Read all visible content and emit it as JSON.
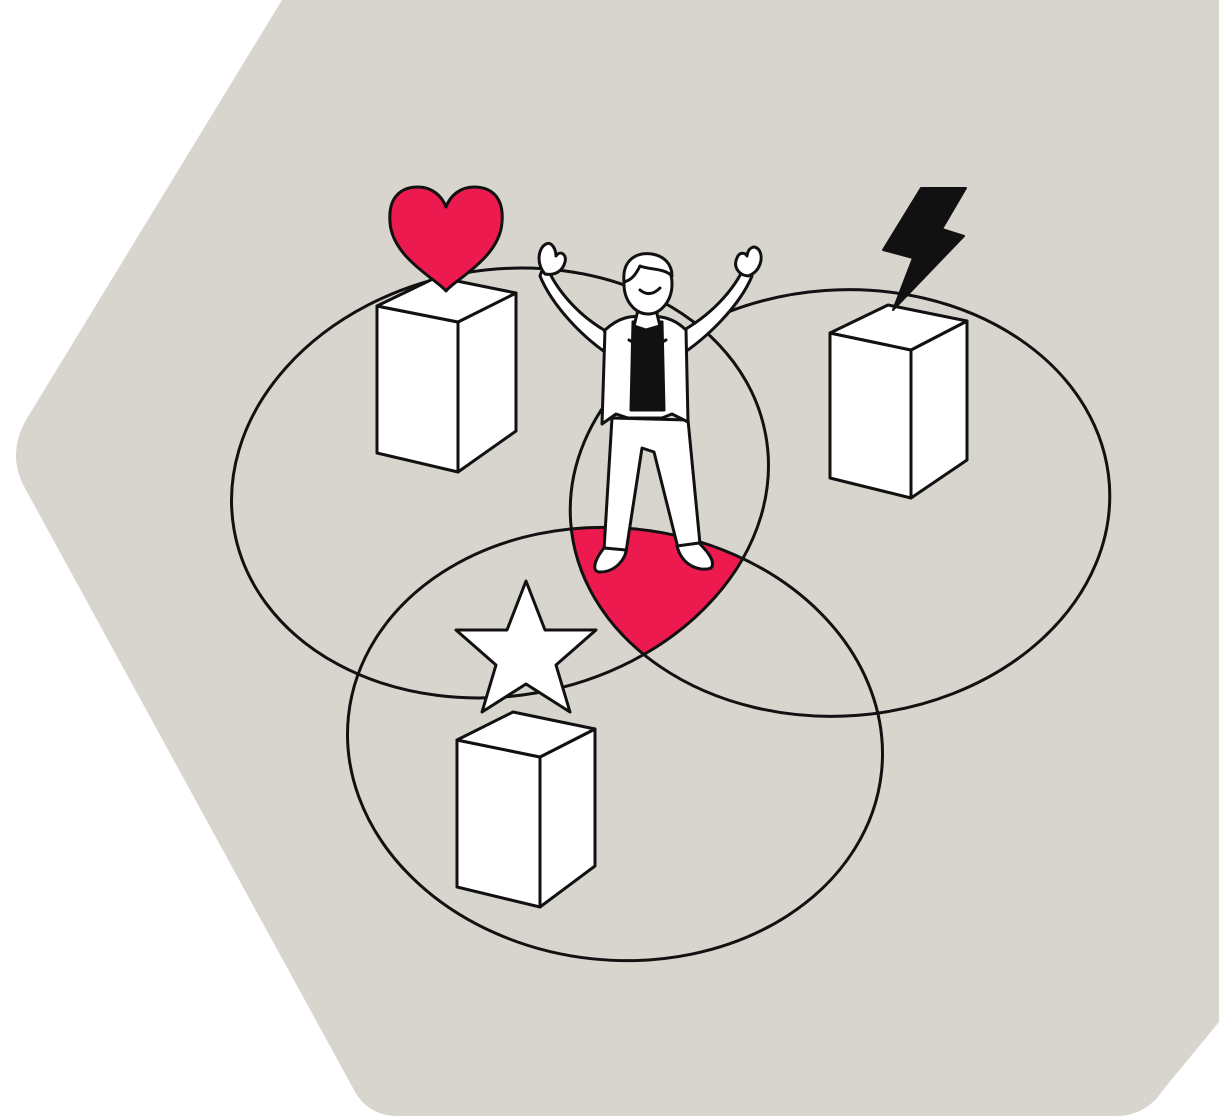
{
  "colors": {
    "page_background": "#ffffff",
    "hexagon_fill": "#d8d5ce",
    "accent": "#ec1a4f",
    "stroke": "#111111",
    "box_fill": "#ffffff"
  },
  "diagram": {
    "type": "venn",
    "circles": [
      {
        "name": "heart-circle",
        "symbol": "heart-icon",
        "symbol_color": "#ec1a4f"
      },
      {
        "name": "lightning-circle",
        "symbol": "lightning-bolt-icon",
        "symbol_color": "#111111"
      },
      {
        "name": "star-circle",
        "symbol": "star-icon",
        "symbol_color": "#ffffff"
      }
    ],
    "center_intersection": {
      "highlighted": true,
      "color": "#ec1a4f",
      "figure": "celebrating-person"
    }
  }
}
